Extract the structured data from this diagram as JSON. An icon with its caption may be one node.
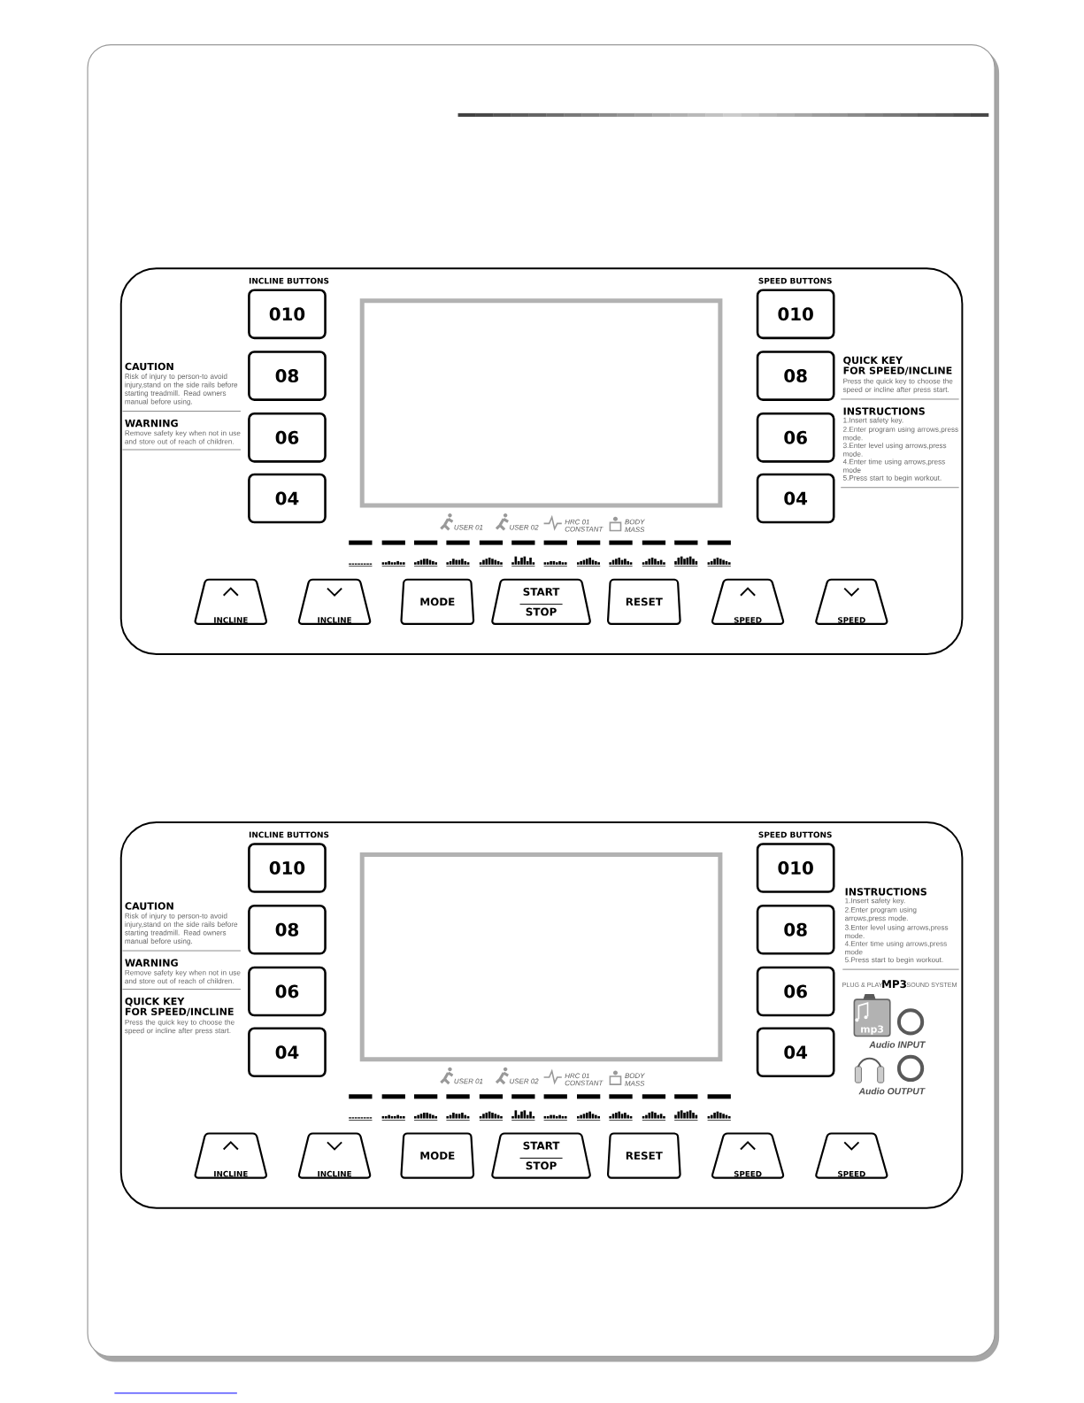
{
  "diagram": {
    "nodes": [
      {
        "text": [],
        "shape": "box"
      },
      {
        "text": [],
        "shape": "box",
        "in": 0
      },
      {
        "text": [
          "010"
        ],
        "in": 0
      },
      {
        "text": [
          "08"
        ],
        "in": 0
      },
      {
        "text": [
          "06"
        ],
        "in": 0
      },
      {
        "text": [
          "04"
        ],
        "in": 0
      },
      {
        "text": [
          "010"
        ],
        "in": 0
      },
      {
        "text": [
          "08"
        ],
        "in": 0
      },
      {
        "text": [
          "06"
        ],
        "in": 0
      },
      {
        "text": [
          "04"
        ],
        "in": 0
      },
      {
        "text": [
          "INCLINE"
        ],
        "in": 0
      },
      {
        "text": [
          "INCLINE"
        ],
        "in": 0
      },
      {
        "text": [
          "MODE"
        ],
        "in": 0
      },
      {
        "text": [
          "START",
          "STOP"
        ],
        "in": 0
      },
      {
        "text": [
          "RESET"
        ],
        "in": 0
      },
      {
        "text": [
          "SPEED"
        ],
        "in": 0
      },
      {
        "text": [
          "SPEED"
        ],
        "in": 0
      },
      {
        "text": [],
        "shape": "box"
      },
      {
        "text": [],
        "shape": "box",
        "in": 17
      },
      {
        "text": [
          "010"
        ],
        "in": 17
      },
      {
        "text": [
          "08"
        ],
        "in": 17
      },
      {
        "text": [
          "06"
        ],
        "in": 17
      },
      {
        "text": [
          "04"
        ],
        "in": 17
      },
      {
        "text": [
          "010"
        ],
        "in": 17
      },
      {
        "text": [
          "08"
        ],
        "in": 17
      },
      {
        "text": [
          "06"
        ],
        "in": 17
      },
      {
        "text": [
          "04"
        ],
        "in": 17
      },
      {
        "text": [
          "INCLINE"
        ],
        "in": 17
      },
      {
        "text": [
          "INCLINE"
        ],
        "in": 17
      },
      {
        "text": [
          "MODE"
        ],
        "in": 17
      },
      {
        "text": [
          "START",
          "STOP"
        ],
        "in": 17
      },
      {
        "text": [
          "RESET"
        ],
        "in": 17
      },
      {
        "text": [
          "SPEED"
        ],
        "in": 17
      },
      {
        "text": [
          "SPEED"
        ],
        "in": 17
      }
    ],
    "labels": [
      "INCLINE BUTTONS",
      "SPEED BUTTONS",
      "CAUTION",
      "Risk of injury to person-to avoid injury,stand on the side rails before starting treadmill. Read owners manual before using.",
      "WARNING",
      "Remove safety key when not in use and store out of reach of children.",
      "QUICK KEY",
      "FOR SPEED/INCLINE",
      "Press the quick key to choose the speed or incline after press start.",
      "INSTRUCTIONS",
      "1.Insert safety key.",
      "2.Enter program using arrows,press mode.",
      "3.Enter level using arrows,press mode.",
      "4.Enter time using arrows,press mode",
      "5.Press start to begin workout.",
      "USER 01",
      "USER 02",
      "HRC 01",
      "CONSTANT",
      "BODY MASS",
      "INCLINE BUTTONS",
      "SPEED BUTTONS",
      "CAUTION",
      "Risk of injury to person-to avoid injury,stand on the side rails before starting treadmill. Read owners manual before using.",
      "WARNING",
      "Remove safety key when not in use and store out of reach of children.",
      "QUICK KEY",
      "FOR SPEED/INCLINE",
      "Press the quick key to choose the speed or incline after press start.",
      "INSTRUCTIONS",
      "1.Insert safety key.",
      "2.Enter program using arrows,press mode.",
      "3.Enter level using arrows,press mode.",
      "4.Enter time using arrows,press mode",
      "5.Press start to begin workout.",
      "PLUG & PLAY",
      "MP3",
      "SOUND SYSTEM",
      "mp3",
      "Audio INPUT",
      "Audio OUTPUT",
      "USER 01",
      "USER 02",
      "HRC 01",
      "CONSTANT",
      "BODY MASS"
    ]
  }
}
